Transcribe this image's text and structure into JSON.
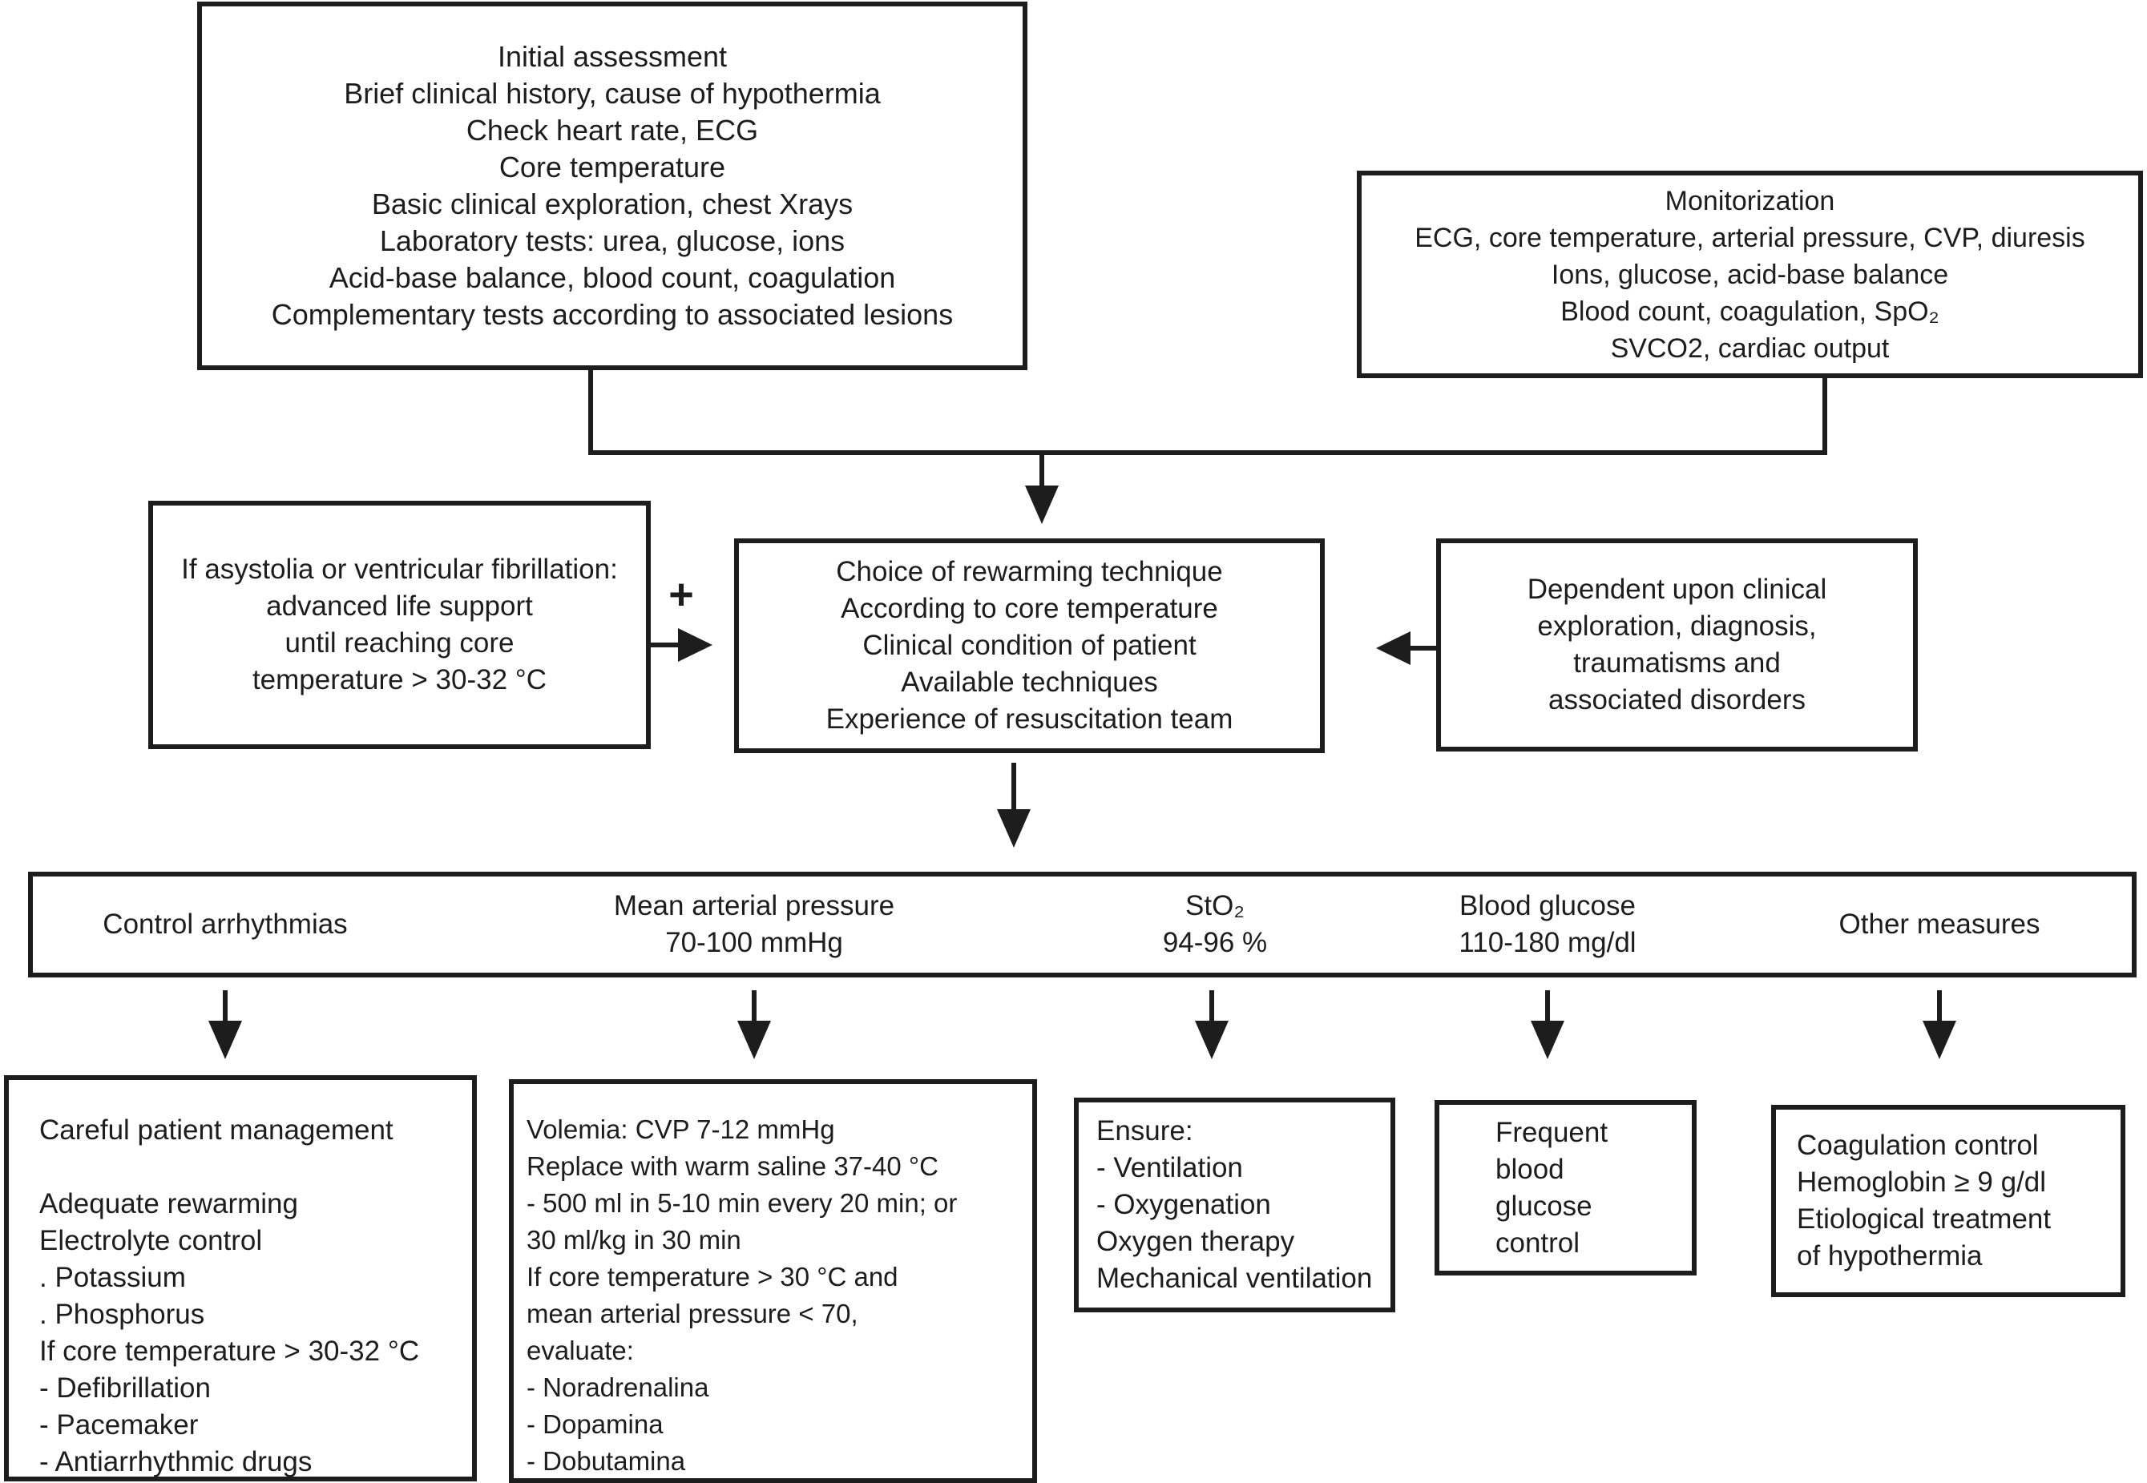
{
  "canvas": {
    "background": "#ffffff",
    "ink_color": "#1d1d1d"
  },
  "plus_connector": {
    "symbol": "+"
  },
  "boxes": {
    "initial_assessment": {
      "lines": [
        "Initial assessment",
        "Brief clinical history, cause of hypothermia",
        "Check heart rate, ECG",
        "Core temperature",
        "Basic clinical exploration, chest Xrays",
        "Laboratory tests: urea, glucose, ions",
        "Acid-base balance, blood count, coagulation",
        "Complementary tests according to associated lesions"
      ]
    },
    "monitorization": {
      "lines": [
        "Monitorization",
        "ECG, core temperature, arterial pressure, CVP, diuresis",
        "Ions, glucose, acid-base balance",
        "Blood count, coagulation, SpO₂",
        "SVCO2, cardiac output"
      ]
    },
    "advanced_life_support": {
      "lines": [
        "If asystolia or ventricular fibrillation:",
        "advanced life support",
        "until reaching core",
        "temperature > 30-32 °C"
      ]
    },
    "rewarming_choice": {
      "lines": [
        "Choice of rewarming technique",
        "According to core temperature",
        "Clinical condition of patient",
        "Available techniques",
        "Experience of resuscitation team"
      ]
    },
    "clinical_dependencies": {
      "lines": [
        "Dependent upon clinical",
        "exploration, diagnosis,",
        "traumatisms and",
        "associated disorders"
      ]
    },
    "targets_bar": {
      "columns": [
        {
          "id": "control-arrhythmias",
          "lines": [
            "Control arrhythmias"
          ]
        },
        {
          "id": "mean-arterial-pressure",
          "lines": [
            "Mean arterial pressure",
            "70-100 mmHg"
          ]
        },
        {
          "id": "sto2",
          "lines": [
            "StO₂",
            "94-96 %"
          ]
        },
        {
          "id": "blood-glucose",
          "lines": [
            "Blood glucose",
            "110-180 mg/dl"
          ]
        },
        {
          "id": "other-measures",
          "lines": [
            "Other measures"
          ]
        }
      ]
    },
    "careful_patient_management": {
      "lines": [
        "Careful patient management",
        "",
        "Adequate rewarming",
        "Electrolyte control",
        ". Potassium",
        ". Phosphorus",
        "If core temperature > 30-32 °C",
        "- Defibrillation",
        "- Pacemaker",
        "- Antiarrhythmic drugs"
      ]
    },
    "volemia": {
      "lines": [
        "Volemia: CVP 7-12 mmHg",
        "Replace with warm saline 37-40 °C",
        "- 500 ml in 5-10 min every 20 min; or",
        "30 ml/kg in 30 min",
        "If core temperature > 30 °C and",
        "mean arterial pressure < 70,",
        "evaluate:",
        "- Noradrenalina",
        "- Dopamina",
        "- Dobutamina"
      ]
    },
    "ensure": {
      "lines": [
        "Ensure:",
        "- Ventilation",
        "- Oxygenation",
        "Oxygen therapy",
        "Mechanical ventilation"
      ]
    },
    "glucose_monitoring": {
      "lines": [
        "Frequent",
        "blood",
        "glucose",
        "control"
      ]
    },
    "coagulation": {
      "lines": [
        "Coagulation control",
        "Hemoglobin ≥ 9 g/dl",
        "Etiological treatment",
        "of hypothermia"
      ]
    }
  }
}
